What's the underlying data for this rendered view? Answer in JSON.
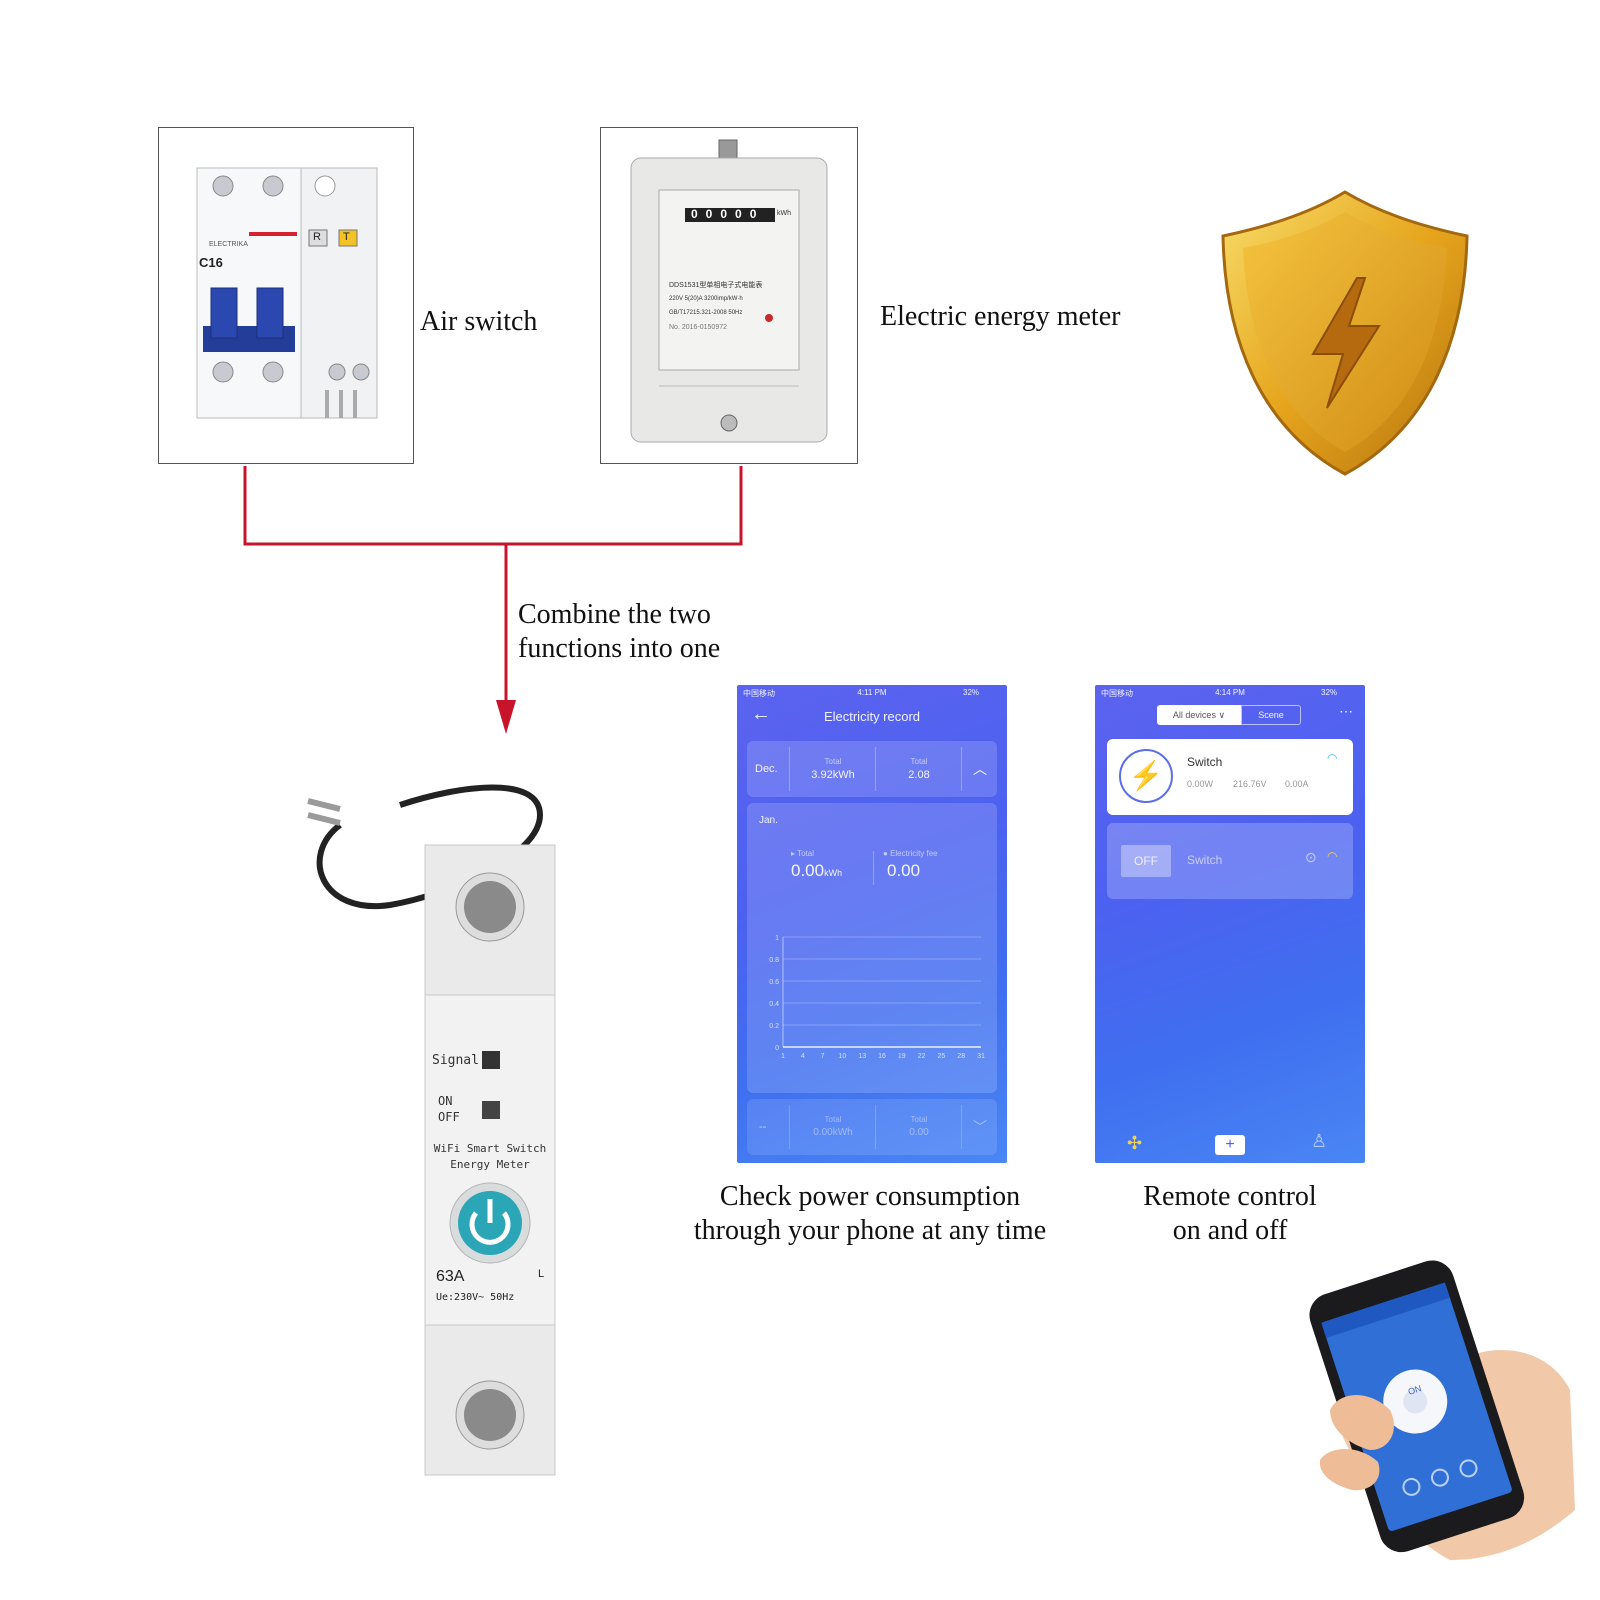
{
  "labels": {
    "air_switch": "Air switch",
    "energy_meter": "Electric energy meter",
    "combine_line1": "Combine the two",
    "combine_line2": "functions into one",
    "check_line1": "Check power consumption",
    "check_line2": "through your phone at any time",
    "remote_line1": "Remote control",
    "remote_line2": "on and off"
  },
  "breaker": {
    "rating": "C16",
    "brand": "ELECTRIKA",
    "test_r": "R",
    "test_t": "T"
  },
  "meter": {
    "model": "DDS1531型单相电子式电能表",
    "digits": "00000",
    "unit": "kWh",
    "spec": "220V 5(20)A 3200imp/kW·h",
    "std": "GB/T17215.321-2008 50Hz",
    "serial": "No. 2016-0150972"
  },
  "device": {
    "signal": "Signal",
    "on": "ON",
    "off": "OFF",
    "name1": "WiFi Smart Switch",
    "name2": "Energy Meter",
    "current": "63A",
    "voltage": "Ue:230V~ 50Hz",
    "terminal": "L"
  },
  "phone1": {
    "carrier": "中国移动",
    "time": "4:11 PM",
    "battery": "32%",
    "title": "Electricity record",
    "month1": "Dec.",
    "total_label": "Total",
    "total1": "3.92kWh",
    "fee1": "2.08",
    "month2": "Jan.",
    "total2_label": "Total",
    "total2": "0.00",
    "total2_unit": "kWh",
    "fee_label": "Electricity fee",
    "fee2": "0.00",
    "month3": "--",
    "total3": "0.00kWh",
    "fee3": "0.00",
    "up_icon": "chevron-up-icon",
    "down_icon": "chevron-down-icon"
  },
  "phone2": {
    "carrier": "中国移动",
    "time": "4:14 PM",
    "battery": "32%",
    "tab_all": "All devices",
    "tab_scene": "Scene",
    "device1": "Switch",
    "power": "0.00W",
    "voltage": "216.76V",
    "current": "0.00A",
    "off_btn": "OFF",
    "device2": "Switch",
    "add": "+"
  },
  "hand_phone": {
    "on": "ON"
  },
  "chart_data": {
    "type": "line",
    "ylim": [
      0,
      1
    ],
    "yticks": [
      "0",
      "0.2",
      "0.4",
      "0.6",
      "0.8",
      "1"
    ],
    "xticks": [
      "1",
      "4",
      "7",
      "10",
      "13",
      "16",
      "19",
      "22",
      "25",
      "28",
      "31"
    ],
    "x": [
      1,
      4,
      7,
      10,
      13,
      16,
      19,
      22,
      25,
      28,
      31
    ],
    "series": [
      {
        "values": [
          0,
          0,
          0,
          0,
          0,
          0,
          0,
          0,
          0,
          0,
          0
        ]
      }
    ],
    "grid": true
  },
  "colors": {
    "connector": "#c8142a",
    "shield_gold": "#e6a51c",
    "app_blue": "#4c61f0",
    "button_teal": "#2aa6b6"
  }
}
